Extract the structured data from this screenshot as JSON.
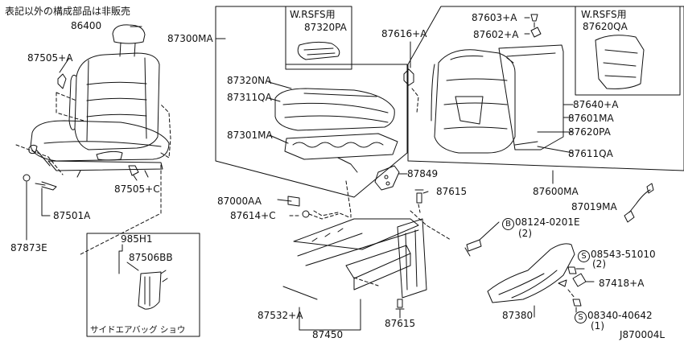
{
  "header_note": "表記以外の構成部品は非販売",
  "diagram_id": "J870004L",
  "boxes": {
    "seat_back_rsfs": "W.RSFS用",
    "cushion_rsfs": "W.RSFS用",
    "side_airbag": "サイドエアバッグ ショウ"
  },
  "parts": {
    "p86400": "86400",
    "p87505a": "87505+A",
    "p87505c": "87505+C",
    "p87501a": "87501A",
    "p87873e": "87873E",
    "p985h1": "985H1",
    "p87506bb": "87506BB",
    "p87300ma": "87300MA",
    "p87320pa": "87320PA",
    "p87320na": "87320NA",
    "p87311qa": "87311QA",
    "p87301ma": "87301MA",
    "p87616a": "87616+A",
    "p87603a": "87603+A",
    "p87602a": "87602+A",
    "p87620qa": "87620QA",
    "p87640a": "87640+A",
    "p87601ma": "87601MA",
    "p87620pa": "87620PA",
    "p87611qa": "87611QA",
    "p87849": "87849",
    "p87000aa": "87000AA",
    "p87614c": "87614+C",
    "p87615_top": "87615",
    "p87600ma": "87600MA",
    "p87019ma": "87019MA",
    "p08124": "08124-0201E",
    "p08124_qty": "(2)",
    "p08543": "08543-51010",
    "p08543_qty": "(2)",
    "p87418a": "87418+A",
    "p08340": "08340-40642",
    "p08340_qty": "(1)",
    "p87380": "87380",
    "p87532a": "87532+A",
    "p87450": "87450",
    "p87615_bottom": "87615"
  },
  "fastener_marks": {
    "bolt": "B",
    "screw_a": "S",
    "screw_b": "S"
  }
}
